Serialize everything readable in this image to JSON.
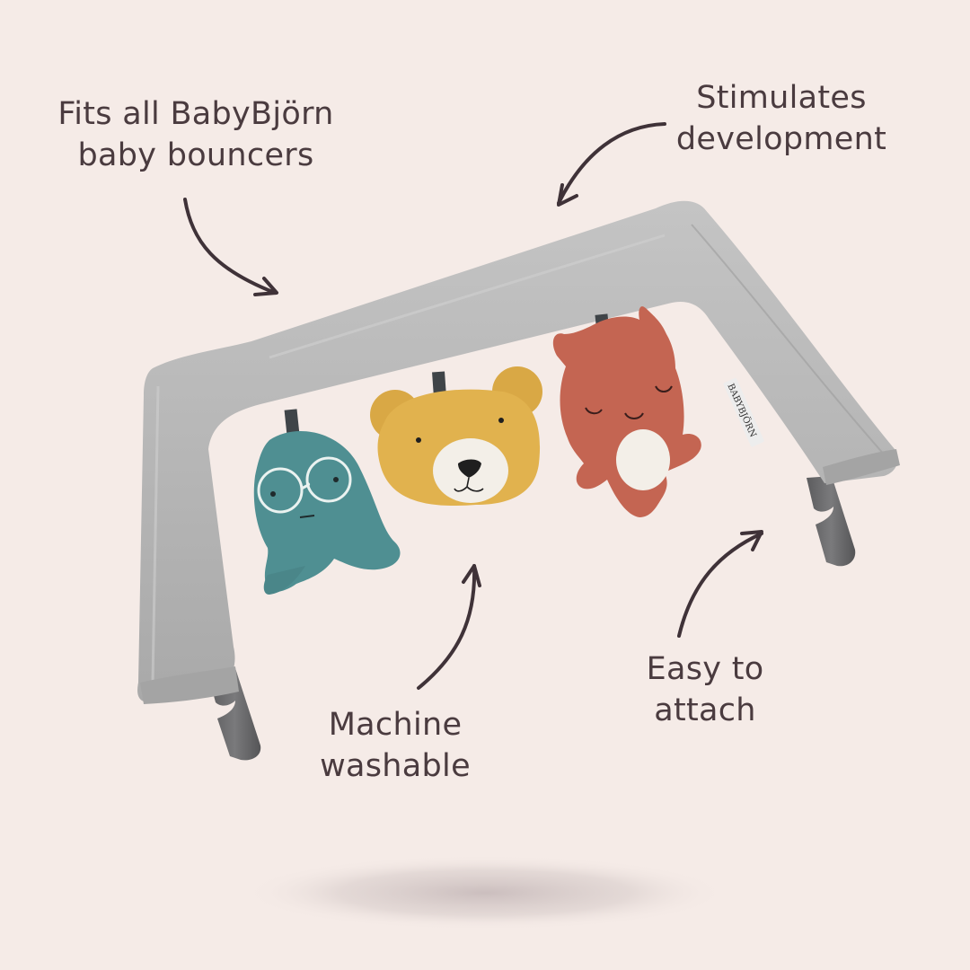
{
  "callouts": {
    "fits": {
      "line1": "Fits all BabyBjörn",
      "line2": "baby bouncers"
    },
    "stimulates": {
      "line1": "Stimulates",
      "line2": "development"
    },
    "washable": {
      "line1": "Machine",
      "line2": "washable"
    },
    "attach": {
      "line1": "Easy to",
      "line2": "attach"
    }
  },
  "product": {
    "brand_tag": "BABYBJÖRN",
    "toys": [
      {
        "name": "teal-creature",
        "color": "#4f8f92"
      },
      {
        "name": "yellow-bear",
        "color": "#e0b04c"
      },
      {
        "name": "red-creature",
        "color": "#c46552"
      }
    ],
    "bar_color": "#b9b9b9",
    "clip_color": "#6d6d6f"
  },
  "colors": {
    "background": "#f5ebe7",
    "text": "#4a3b3f",
    "arrow": "#3f3238"
  }
}
